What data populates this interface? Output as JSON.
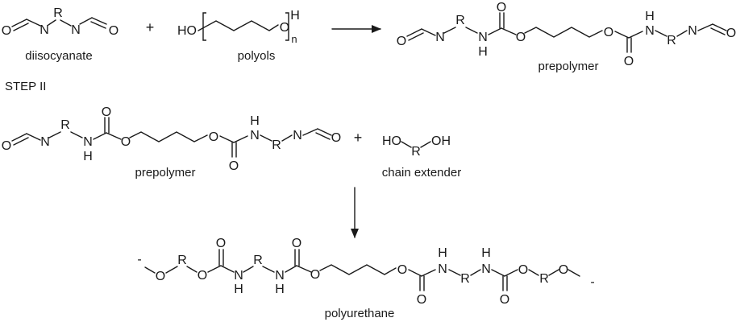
{
  "step1": {
    "diisocyanate": {
      "label": "diisocyanate",
      "atoms": {
        "o_left": "O",
        "n_left": "N",
        "r": "R",
        "n_right": "N",
        "o_right": "O"
      }
    },
    "plus": "+",
    "polyols": {
      "label": "polyols",
      "atoms": {
        "ho": "HO",
        "o": "O",
        "h": "H",
        "n": "n"
      }
    },
    "prepolymer": {
      "label": "prepolymer",
      "atoms": {
        "o1": "O",
        "n1": "N",
        "r1": "R",
        "nh1_n": "N",
        "nh1_h": "H",
        "co1_o": "O",
        "ester1_o": "O",
        "ester2_o": "O",
        "co2_o": "O",
        "nh2_h": "H",
        "nh2_n": "N",
        "r2": "R",
        "n2": "N",
        "o2": "O"
      }
    }
  },
  "step2": {
    "title": "STEP II",
    "prepolymer": {
      "label": "prepolymer",
      "atoms": {
        "o1": "O",
        "n1": "N",
        "r1": "R",
        "nh1_n": "N",
        "nh1_h": "H",
        "co1_o": "O",
        "ester1_o": "O",
        "ester2_o": "O",
        "co2_o": "O",
        "nh2_h": "H",
        "nh2_n": "N",
        "r2": "R",
        "n2": "N",
        "o2": "O"
      }
    },
    "plus": "+",
    "chain_extender": {
      "label": "chain extender",
      "atoms": {
        "ho": "HO",
        "r": "R",
        "oh": "OH"
      }
    },
    "polyurethane": {
      "label": "polyurethane",
      "atoms": {
        "dash_left": "-",
        "o1": "O",
        "r1": "R",
        "o2": "O",
        "co1_o": "O",
        "nh1_n": "N",
        "nh1_h": "H",
        "r2": "R",
        "nh2_n": "N",
        "nh2_h": "H",
        "co2_o": "O",
        "o3": "O",
        "o4": "O",
        "co3_o": "O",
        "nh3_h": "H",
        "nh3_n": "N",
        "r3": "R",
        "nh4_h": "H",
        "nh4_n": "N",
        "co4_o": "O",
        "o5": "O",
        "r4": "R",
        "o6": "O",
        "dash_right": "-"
      }
    }
  }
}
